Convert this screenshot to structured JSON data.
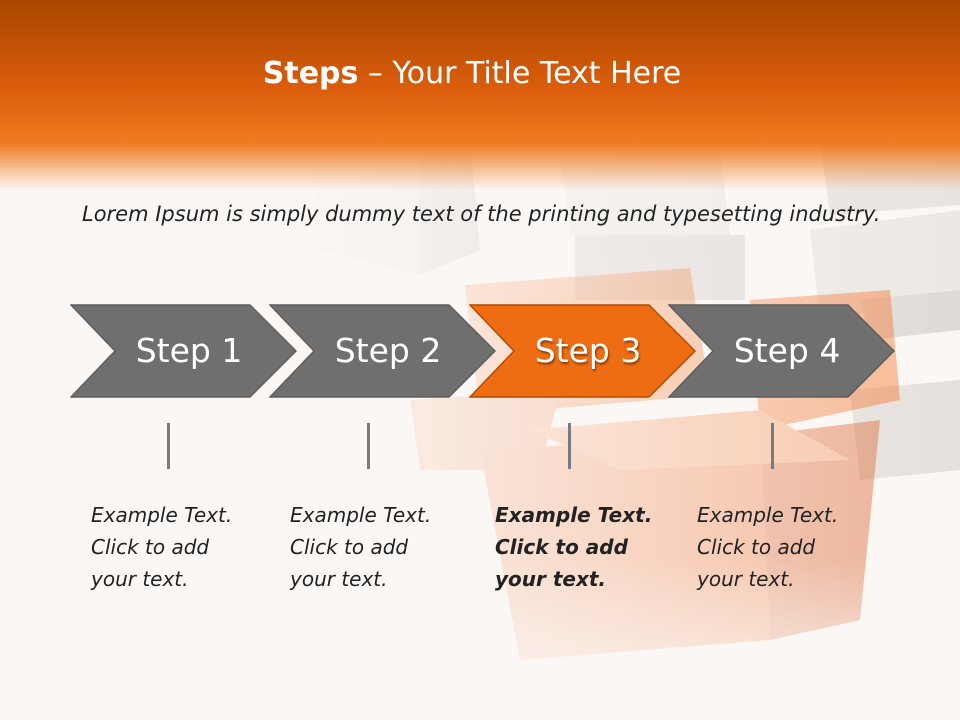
{
  "title": {
    "bold": "Steps",
    "rest": "– Your Title Text Here"
  },
  "intro": "Lorem Ipsum is simply dummy text of the printing and typesetting industry.",
  "colors": {
    "chevron_gray": "#6f6f6f",
    "chevron_active": "#ef6d12",
    "header_orange": "#e2620f"
  },
  "steps": [
    {
      "label": "Step 1",
      "active": false,
      "text": [
        "Example Text.",
        "Click  to add",
        "your text."
      ]
    },
    {
      "label": "Step 2",
      "active": false,
      "text": [
        "Example Text.",
        "Click  to add",
        "your text."
      ]
    },
    {
      "label": "Step 3",
      "active": true,
      "text": [
        "Example Text.",
        "Click  to add",
        "your text."
      ]
    },
    {
      "label": "Step 4",
      "active": false,
      "text": [
        "Example Text.",
        "Click  to add",
        "your text."
      ]
    }
  ]
}
